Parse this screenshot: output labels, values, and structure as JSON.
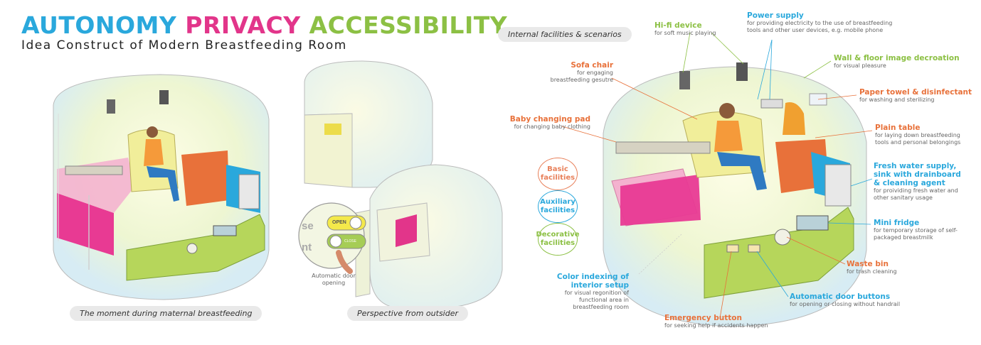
{
  "title": {
    "words": [
      {
        "text": "AUTONOMY",
        "color": "#2aa8dc"
      },
      {
        "text": "PRIVACY",
        "color": "#e2358a"
      },
      {
        "text": "ACCESSIBILITY",
        "color": "#8cc044"
      }
    ],
    "subtitle": "Idea Construct of Modern Breastfeeding Room"
  },
  "captions": {
    "left": "The moment during maternal breastfeeding",
    "middle": "Perspective from outsider",
    "right": "Internal facilities & scenarios",
    "door": "Automatic door opening"
  },
  "door_buttons": {
    "open": "OPEN",
    "close": "CLOSE"
  },
  "door_sign_fragments": {
    "top": "se",
    "bottom": "nt"
  },
  "categories": [
    {
      "label": "Basic facilities",
      "color": "#e8805a"
    },
    {
      "label": "Auxiliary facilities",
      "color": "#2aa8dc"
    },
    {
      "label": "Decorative facilities",
      "color": "#8cc044"
    }
  ],
  "colors": {
    "orange": "#e8713a",
    "blue": "#2aa8dc",
    "green": "#8cc044",
    "magenta": "#e2358a",
    "pink": "#f2a1c4",
    "lime": "#c6e06a"
  },
  "annotations": {
    "hifi": {
      "title": "Hi-fi device",
      "desc": "for soft music playing"
    },
    "power": {
      "title": "Power supply",
      "desc": "for providing electricity to the use of breastfeeding tools and other user devices, e.g. mobile phone"
    },
    "wall": {
      "title": "Wall & floor image decroation",
      "desc": "for visual pleasure"
    },
    "sofa": {
      "title": "Sofa chair",
      "desc": "for engaging breastfeeding gesutre"
    },
    "towel": {
      "title": "Paper towel & disinfectant",
      "desc": "for washing and sterilizing"
    },
    "baby": {
      "title": "Baby changing pad",
      "desc": "for changing baby clothing"
    },
    "table": {
      "title": "Plain table",
      "desc": "for laying down breastfeeding tools and personal belongings"
    },
    "water": {
      "title": "Fresh water supply, sink with drainboard & cleaning agent",
      "desc": "for proividing fresh water and other sanitary usage"
    },
    "fridge": {
      "title": "Mini fridge",
      "desc": "for temporary storage of self-packaged breastmilk"
    },
    "waste": {
      "title": "Waste bin",
      "desc": "for trash cleaning"
    },
    "color": {
      "title": "Color indexing of interior setup",
      "desc": "for visual regonition of functional area in breastfeeding room"
    },
    "doorbtn": {
      "title": "Automatic door buttons",
      "desc": "for opening or closing without handrail"
    },
    "emergency": {
      "title": "Emergency button",
      "desc": "for seeking help if accidents happen"
    }
  }
}
